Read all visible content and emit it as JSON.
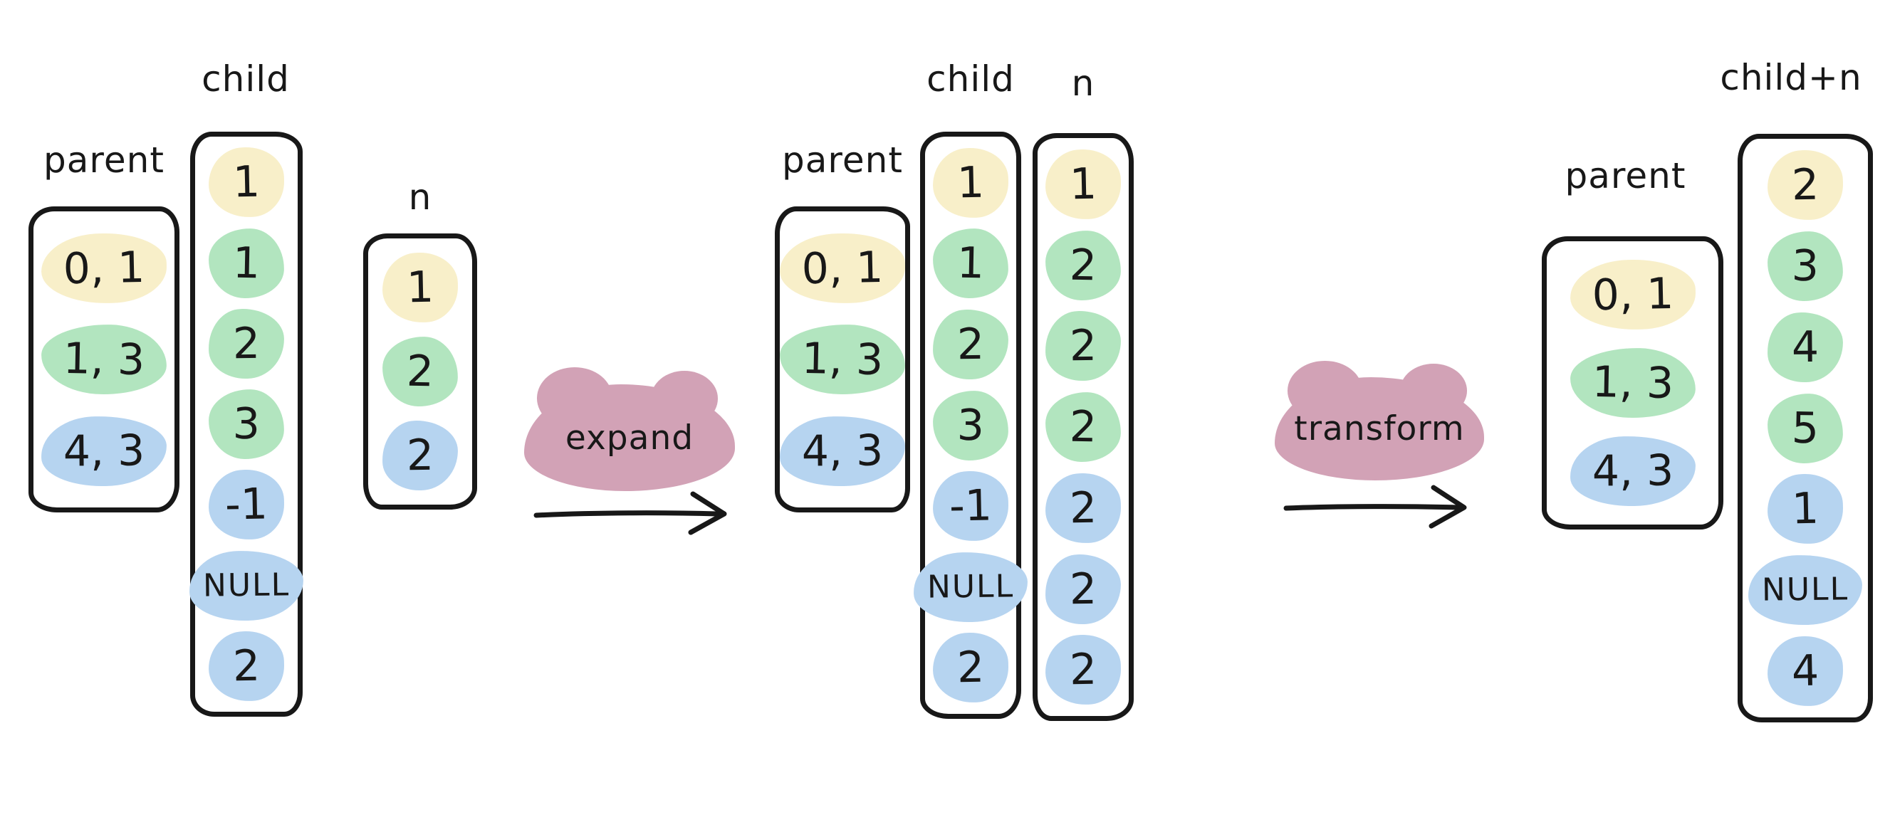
{
  "palette": {
    "yellow": "#F8EFC9",
    "green": "#B2E5BF",
    "blue": "#B6D4F0",
    "pink": "#D2A2B6",
    "ink": "#181818"
  },
  "operations": [
    {
      "label": "expand"
    },
    {
      "label": "transform"
    }
  ],
  "groups": [
    {
      "name": "before-expand",
      "columns": [
        {
          "label": "parent",
          "cells": [
            {
              "text": "0, 1",
              "color": "yellow"
            },
            {
              "text": "1, 3",
              "color": "green"
            },
            {
              "text": "4, 3",
              "color": "blue"
            }
          ]
        },
        {
          "label": "child",
          "cells": [
            {
              "text": "1",
              "color": "yellow"
            },
            {
              "text": "1",
              "color": "green"
            },
            {
              "text": "2",
              "color": "green"
            },
            {
              "text": "3",
              "color": "green"
            },
            {
              "text": "-1",
              "color": "blue"
            },
            {
              "text": "NULL",
              "color": "blue"
            },
            {
              "text": "2",
              "color": "blue"
            }
          ]
        },
        {
          "label": "n",
          "cells": [
            {
              "text": "1",
              "color": "yellow"
            },
            {
              "text": "2",
              "color": "green"
            },
            {
              "text": "2",
              "color": "blue"
            }
          ]
        }
      ]
    },
    {
      "name": "after-expand",
      "columns": [
        {
          "label": "parent",
          "cells": [
            {
              "text": "0, 1",
              "color": "yellow"
            },
            {
              "text": "1, 3",
              "color": "green"
            },
            {
              "text": "4, 3",
              "color": "blue"
            }
          ]
        },
        {
          "label": "child",
          "cells": [
            {
              "text": "1",
              "color": "yellow"
            },
            {
              "text": "1",
              "color": "green"
            },
            {
              "text": "2",
              "color": "green"
            },
            {
              "text": "3",
              "color": "green"
            },
            {
              "text": "-1",
              "color": "blue"
            },
            {
              "text": "NULL",
              "color": "blue"
            },
            {
              "text": "2",
              "color": "blue"
            }
          ]
        },
        {
          "label": "n",
          "cells": [
            {
              "text": "1",
              "color": "yellow"
            },
            {
              "text": "2",
              "color": "green"
            },
            {
              "text": "2",
              "color": "green"
            },
            {
              "text": "2",
              "color": "green"
            },
            {
              "text": "2",
              "color": "blue"
            },
            {
              "text": "2",
              "color": "blue"
            },
            {
              "text": "2",
              "color": "blue"
            }
          ]
        }
      ]
    },
    {
      "name": "after-transform",
      "columns": [
        {
          "label": "parent",
          "cells": [
            {
              "text": "0, 1",
              "color": "yellow"
            },
            {
              "text": "1, 3",
              "color": "green"
            },
            {
              "text": "4, 3",
              "color": "blue"
            }
          ]
        },
        {
          "label": "child+n",
          "cells": [
            {
              "text": "2",
              "color": "yellow"
            },
            {
              "text": "3",
              "color": "green"
            },
            {
              "text": "4",
              "color": "green"
            },
            {
              "text": "5",
              "color": "green"
            },
            {
              "text": "1",
              "color": "blue"
            },
            {
              "text": "NULL",
              "color": "blue"
            },
            {
              "text": "4",
              "color": "blue"
            }
          ]
        }
      ]
    }
  ]
}
